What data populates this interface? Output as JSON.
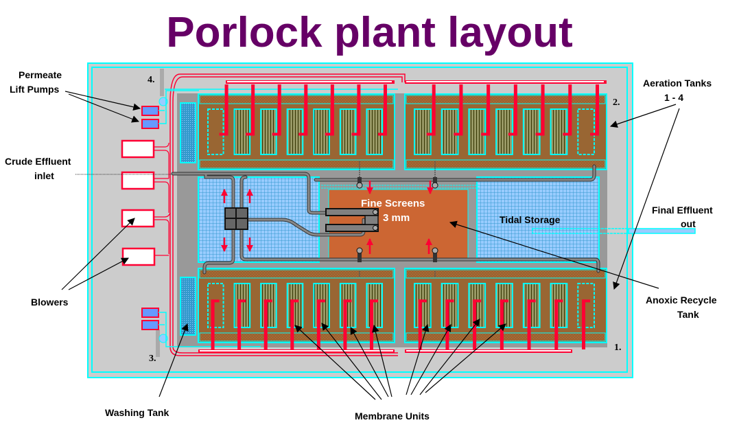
{
  "title": "Porlock plant layout",
  "colors": {
    "title": "#660066",
    "site": "#cccccc",
    "outline": "#00ffff",
    "air_pipe": "#ff0033",
    "tank_brown": "#996633",
    "membrane": "#999966",
    "storage_blue": "#99ccff",
    "fine_screen": "#cc6633",
    "pipe_grey": "#808080",
    "pump_blue": "#6699ff"
  },
  "tank_numbers": [
    "1.",
    "2.",
    "3.",
    "4."
  ],
  "labels": {
    "permeate_pumps": [
      "Permeate",
      "Lift Pumps"
    ],
    "crude_effluent": [
      "Crude Effluent",
      "inlet"
    ],
    "blowers": "Blowers",
    "washing_tank": "Washing Tank",
    "membrane_units": "Membrane Units",
    "aeration_tanks": [
      "Aeration Tanks",
      "1 - 4"
    ],
    "final_effluent": [
      "Final Effluent",
      "out"
    ],
    "anoxic_recycle": [
      "Anoxic Recycle",
      "Tank"
    ],
    "fine_screens": [
      "Fine Screens",
      "3 mm"
    ],
    "tidal_storage": "Tidal Storage"
  }
}
